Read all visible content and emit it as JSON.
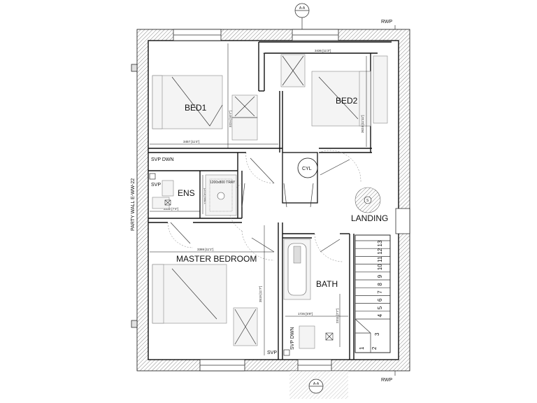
{
  "rooms": {
    "bed1": "BED1",
    "bed2": "BED2",
    "ens": "ENS",
    "landing": "LANDING",
    "master_bedroom": "MASTER BEDROOM",
    "bath": "BATH",
    "cyl": "CYL"
  },
  "labels": {
    "rwp_top": "RWP",
    "rwp_bottom": "RWP",
    "party_wall": "PARTY WALL E-WW-22",
    "svp_down_top": "SVP DWN",
    "svp_top": "SVP",
    "svp_down_bath": "SVP DWN",
    "svp_bottom": "SVP",
    "section_marker_top": "A-A",
    "section_marker_bottom": "A-A",
    "shower_tray": "1200x800 TRAY"
  },
  "dimensions": {
    "bed2_width": "3436 [11'3\"]",
    "bed1_width": "3457 [11'4\"]",
    "bed1_height": "3224 [10'7\"]",
    "bed2_height": "3624 [11'11\"]",
    "ens_height": "1200 [3'11\"]",
    "ens_width": "2232 [7'4\"]",
    "master_width": "3369 [11'1\"]",
    "master_height": "3519 [11'7\"]",
    "bath_height": "2311 [7'7\"]",
    "bath_width": "1726 [5'8\"]"
  },
  "stairs": {
    "numbers": [
      "1",
      "2",
      "3",
      "4",
      "5",
      "6",
      "7",
      "8",
      "9",
      "10",
      "11",
      "12",
      "13"
    ]
  },
  "landing_marker": "S"
}
